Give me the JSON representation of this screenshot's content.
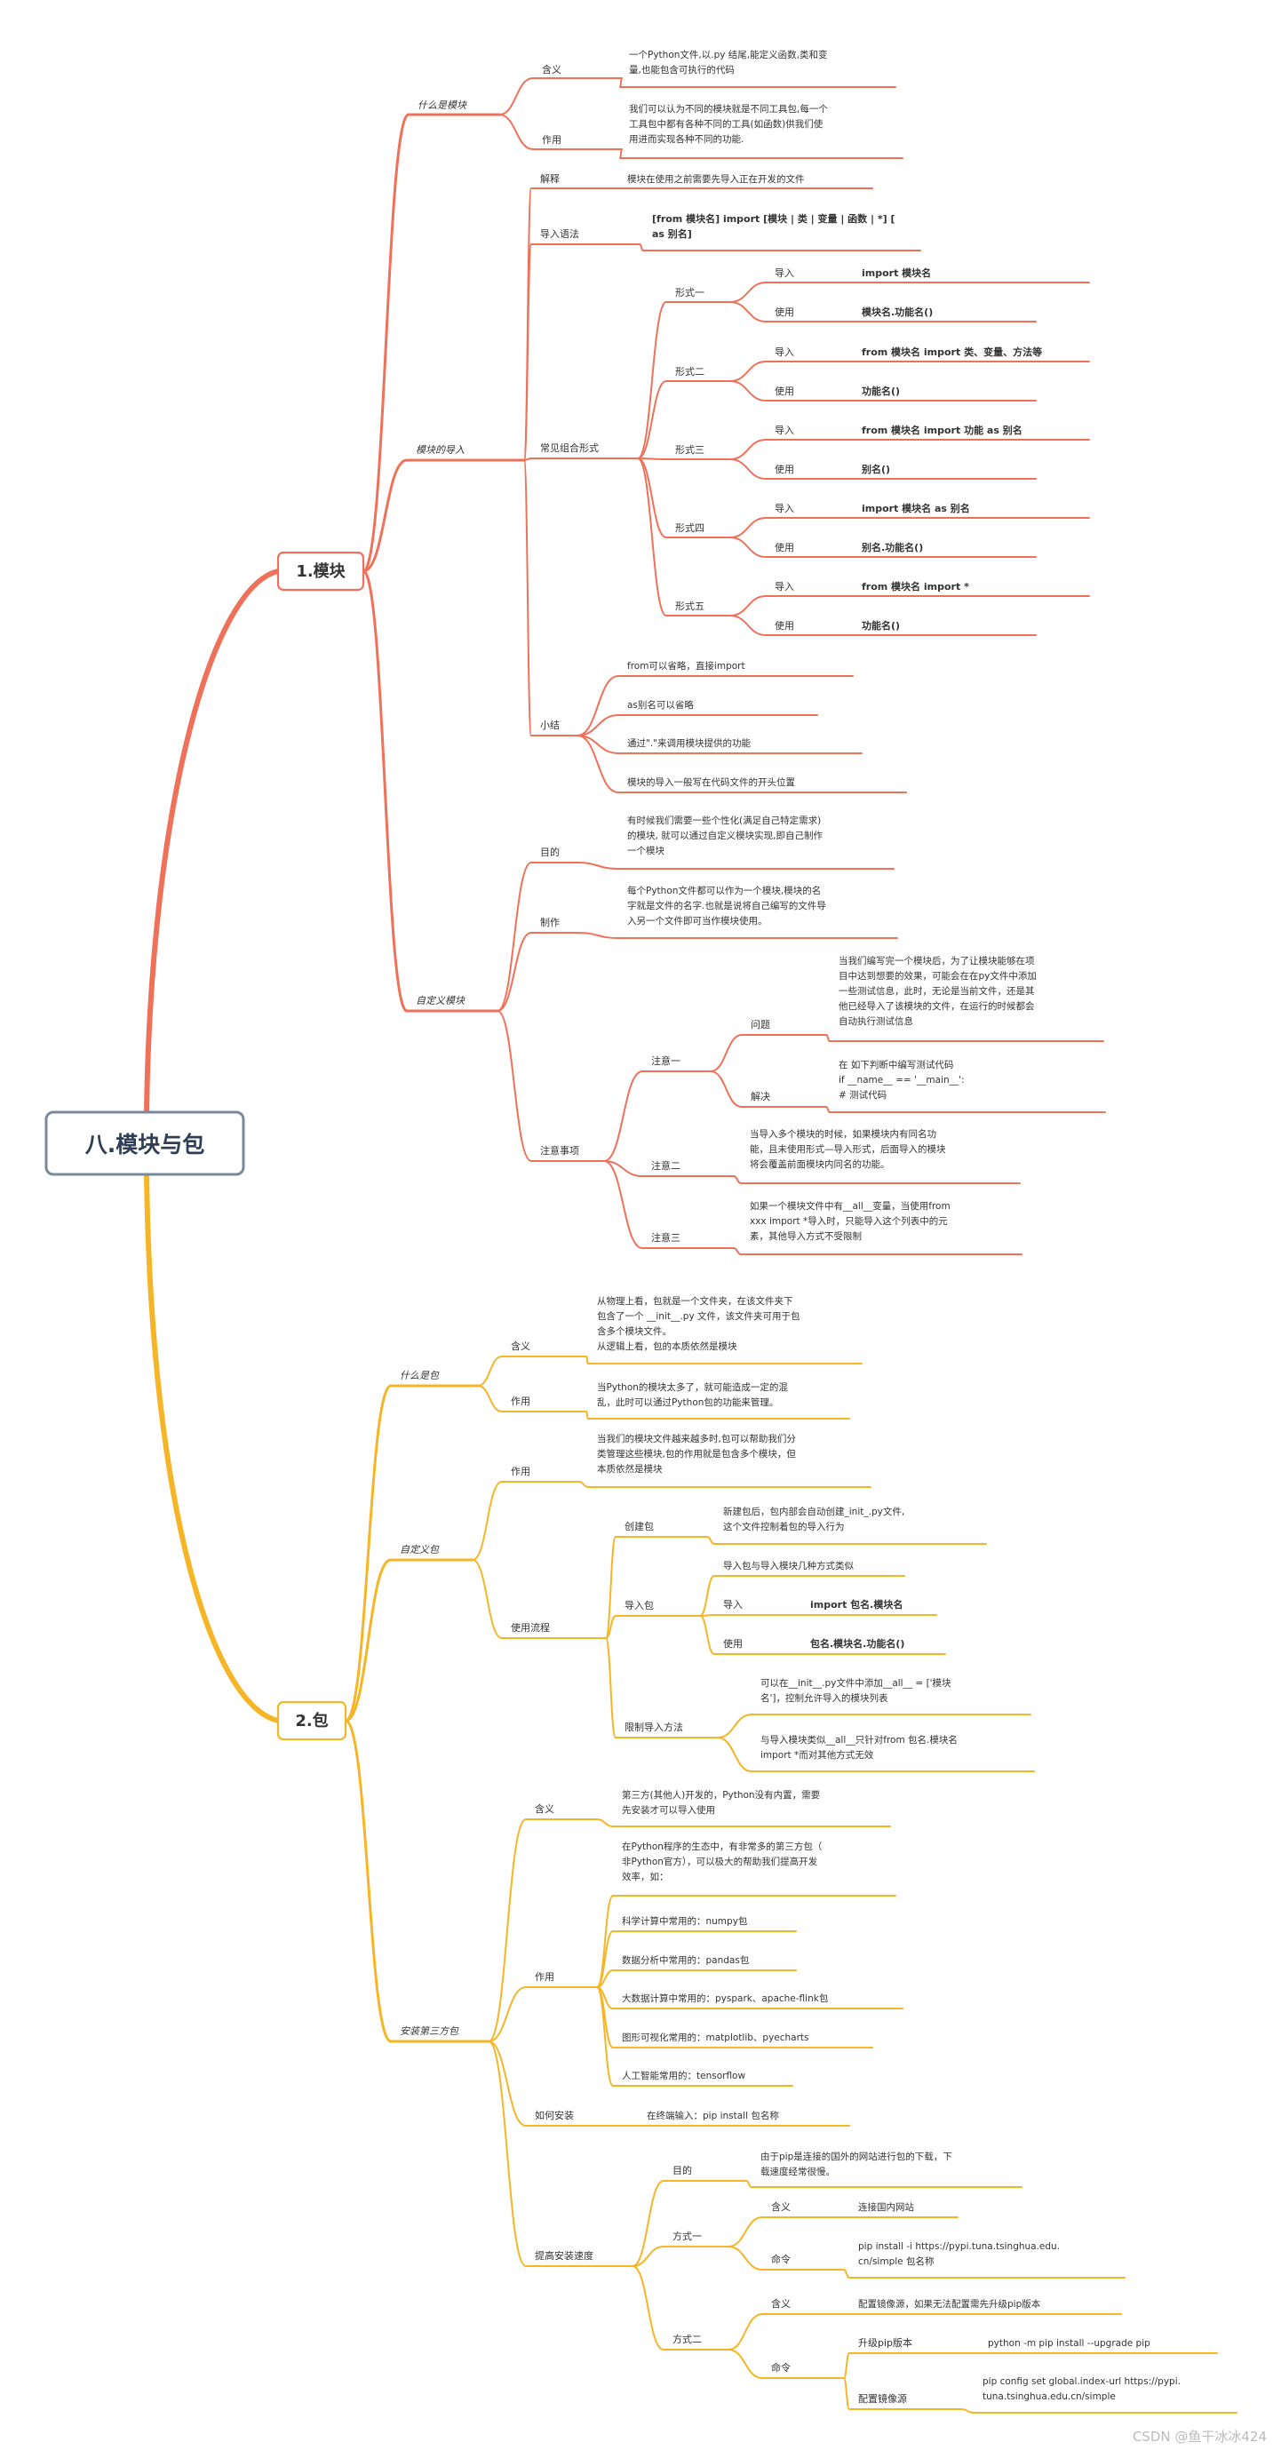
{
  "root": "八.模块与包",
  "watermark": "CSDN @鱼干冰冰424",
  "colors": {
    "module": "#f0715a",
    "package": "#f6b526",
    "root_border": "#7a8a9a"
  },
  "module": {
    "title": "1.模块",
    "what": {
      "label": "什么是模块",
      "meaning_label": "含义",
      "meaning": [
        "一个Python文件,以.py 结尾,能定义函数,类和变",
        "量,也能包含可执行的代码"
      ],
      "use_label": "作用",
      "use": [
        "我们可以认为不同的模块就是不同工具包,每一个",
        "工具包中都有各种不同的工具(如函数)供我们使",
        "用进而实现各种不同的功能."
      ]
    },
    "import": {
      "label": "模块的导入",
      "explain_label": "解释",
      "explain": "模块在使用之前需要先导入正在开发的文件",
      "syntax_label": "导入语法",
      "syntax": [
        "[from 模块名] import [模块 | 类 | 变量 | 函数 | *] [",
        "as 别名]"
      ],
      "combos_label": "常见组合形式",
      "import_label": "导入",
      "use_label": "使用",
      "forms": [
        {
          "name": "形式一",
          "import": "import 模块名",
          "use": "模块名.功能名()"
        },
        {
          "name": "形式二",
          "import": "from 模块名 import 类、变量、方法等",
          "use": "功能名()"
        },
        {
          "name": "形式三",
          "import": "from 模块名 import 功能 as 别名",
          "use": "别名()"
        },
        {
          "name": "形式四",
          "import": "import 模块名 as 别名",
          "use": "别名.功能名()"
        },
        {
          "name": "形式五",
          "import": "from 模块名 import *",
          "use": "功能名()"
        }
      ],
      "summary_label": "小结",
      "summary": [
        "from可以省略，直接import",
        "as别名可以省略",
        "通过\".\"来调用模块提供的功能",
        "模块的导入一般写在代码文件的开头位置"
      ]
    },
    "custom": {
      "label": "自定义模块",
      "purpose_label": "目的",
      "purpose": [
        "有时候我们需要一些个性化(满足自己特定需求)",
        "的模块, 就可以通过自定义模块实现,即自己制作",
        "一个模块"
      ],
      "make_label": "制作",
      "make": [
        "每个Python文件都可以作为一个模块,模块的名",
        "字就是文件的名字.也就是说将自己编写的文件导",
        "入另一个文件即可当作模块使用。"
      ],
      "notes_label": "注意事项",
      "note1_label": "注意一",
      "problem_label": "问题",
      "problem": [
        "当我们编写完一个模块后，为了让模块能够在项",
        "目中达到想要的效果，可能会在在py文件中添加",
        "一些测试信息，此时，无论是当前文件，还是其",
        "他已经导入了该模块的文件，在运行的时候都会",
        "自动执行测试信息"
      ],
      "solution_label": "解决",
      "solution": [
        "在 如下判断中编写测试代码",
        "if __name__ == '__main__':",
        "# 测试代码"
      ],
      "note2_label": "注意二",
      "note2": [
        "当导入多个模块的时候，如果模块内有同名功",
        "能，且未使用形式—导入形式，后面导入的模块",
        "将会覆盖前面模块内同名的功能。"
      ],
      "note3_label": "注意三",
      "note3": [
        "如果一个模块文件中有__all__变量，当使用from",
        "xxx import *导入时，只能导入这个列表中的元",
        "素，其他导入方式不受限制"
      ]
    }
  },
  "package": {
    "title": "2.包",
    "what": {
      "label": "什么是包",
      "meaning_label": "含义",
      "meaning": [
        "从物理上看，包就是一个文件夹，在该文件夹下",
        "包含了一个 __init__.py 文件，该文件夹可用于包",
        "含多个模块文件。",
        "从逻辑上看，包的本质依然是模块"
      ],
      "use_label": "作用",
      "use": [
        "当Python的模块太多了，就可能造成一定的混",
        "乱，此时可以通过Python包的功能来管理。"
      ]
    },
    "custom": {
      "label": "自定义包",
      "use_label": "作用",
      "use": [
        "当我们的模块文件越来越多时,包可以帮助我们分",
        "类管理这些模块,包的作用就是包含多个模块，但",
        "本质依然是模块"
      ],
      "flow_label": "使用流程",
      "create_label": "创建包",
      "create": [
        "新建包后，包内部会自动创建_init_.py文件,",
        "这个文件控制着包的导入行为"
      ],
      "import_label": "导入包",
      "import_desc": "导入包与导入模块几种方式类似",
      "import_sub_label": "导入",
      "import_code": "import 包名.模块名",
      "use_sub_label": "使用",
      "use_code": "包名.模块名.功能名()",
      "limit_label": "限制导入方法",
      "limit1": [
        "可以在__init__.py文件中添加__all__ = ['模块",
        "名']，控制允许导入的模块列表"
      ],
      "limit2": [
        "与导入模块类似__all__只针对from 包名.模块名",
        "import *而对其他方式无效"
      ]
    },
    "third": {
      "label": "安装第三方包",
      "meaning_label": "含义",
      "meaning": [
        "第三方(其他人)开发的，Python没有内置，需要",
        "先安装才可以导入使用"
      ],
      "use_label": "作用",
      "use_intro": [
        "在Python程序的生态中，有非常多的第三方包（",
        "非Python官方），可以极大的帮助我们提高开发",
        "效率，如："
      ],
      "examples": [
        "科学计算中常用的：numpy包",
        "数据分析中常用的：pandas包",
        "大数据计算中常用的：pyspark、apache-flink包",
        "图形可视化常用的：matplotlib、pyecharts",
        "人工智能常用的：tensorflow"
      ],
      "install_label": "如何安装",
      "install": "在终端输入：pip install 包名称",
      "speed_label": "提高安装速度",
      "speed_purpose_label": "目的",
      "speed_purpose": [
        "由于pip是连接的国外的网站进行包的下载，下",
        "载速度经常很慢。"
      ],
      "way1_label": "方式一",
      "meaning_sub_label": "含义",
      "way1_meaning": "连接国内网站",
      "cmd_label": "命令",
      "way1_cmd": [
        "pip install -i https://pypi.tuna.tsinghua.edu.",
        "cn/simple 包名称"
      ],
      "way2_label": "方式二",
      "way2_meaning": "配置镜像源，如果无法配置需先升级pip版本",
      "upgrade_label": "升级pip版本",
      "upgrade_cmd": "python -m pip install --upgrade pip",
      "config_label": "配置镜像源",
      "config_cmd": [
        "pip config set global.index-url https://pypi.",
        "tuna.tsinghua.edu.cn/simple"
      ]
    }
  }
}
